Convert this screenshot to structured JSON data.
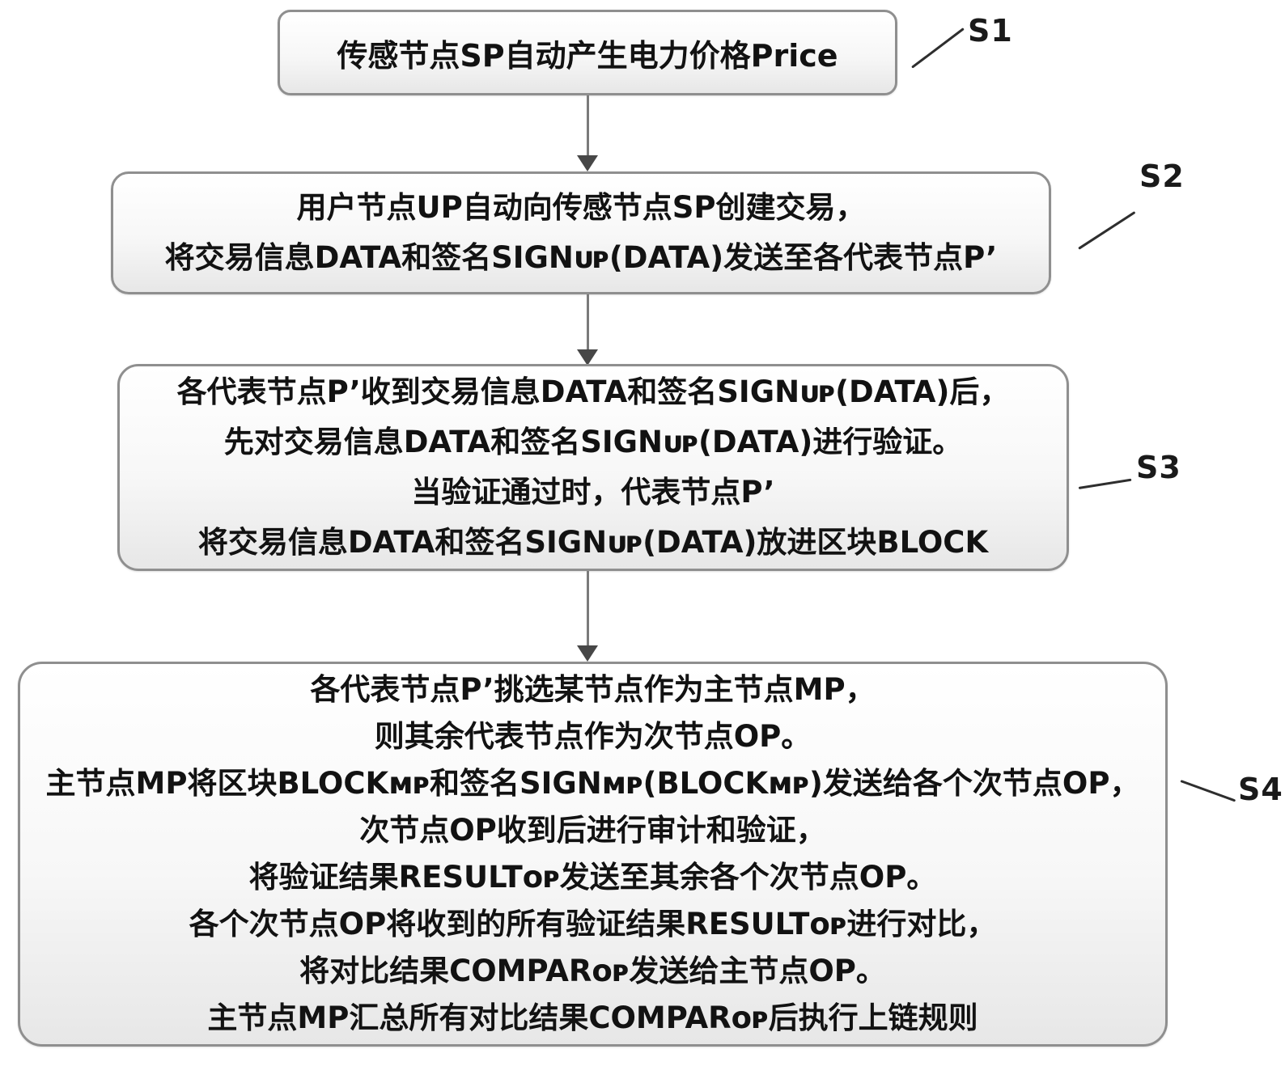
{
  "figure": {
    "type": "flowchart",
    "steps": [
      {
        "id": "S1",
        "lines": [
          "传感节点SP自动产生电力价格Price"
        ]
      },
      {
        "id": "S2",
        "lines": [
          "用户节点UP自动向传感节点SP创建交易，",
          "将交易信息DATA和签名SIGNᴜᴘ(DATA)发送至各代表节点P’"
        ]
      },
      {
        "id": "S3",
        "lines": [
          "各代表节点P’收到交易信息DATA和签名SIGNᴜᴘ(DATA)后，",
          "先对交易信息DATA和签名SIGNᴜᴘ(DATA)进行验证。",
          "当验证通过时，代表节点P’",
          "将交易信息DATA和签名SIGNᴜᴘ(DATA)放进区块BLOCK"
        ]
      },
      {
        "id": "S4",
        "lines": [
          "各代表节点P’挑选某节点作为主节点MP，",
          "则其余代表节点作为次节点OP。",
          "主节点MP将区块BLOCKᴍᴘ和签名SIGNᴍᴘ(BLOCKᴍᴘ)发送给各个次节点OP，",
          "次节点OP收到后进行审计和验证，",
          "将验证结果RESULTᴏᴘ发送至其余各个次节点OP。",
          "各个次节点OP将收到的所有验证结果RESULTᴏᴘ进行对比，",
          "将对比结果COMPARᴏᴘ发送给主节点OP。",
          "主节点MP汇总所有对比结果COMPARᴏᴘ后执行上链规则"
        ]
      }
    ],
    "colors": {
      "box_border": "#8f8f8f",
      "box_fill_top": "#ffffff",
      "box_fill_bottom": "#e7e7e7",
      "arrow_line": "#7a7a7a",
      "arrow_head": "#474747",
      "leader_line": "#2e2e2e",
      "text": "#121212",
      "background": "#ffffff"
    }
  }
}
